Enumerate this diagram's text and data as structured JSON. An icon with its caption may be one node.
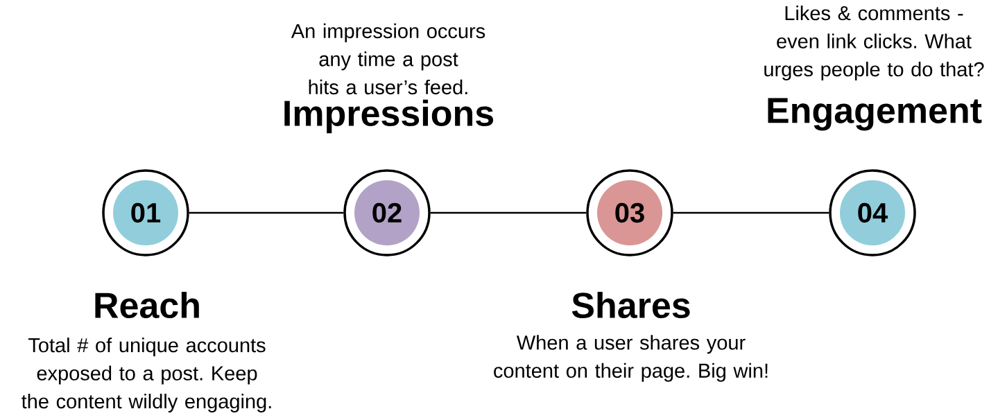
{
  "diagram": {
    "nodes": [
      {
        "text": [
          "01"
        ],
        "beside": [
          "Reach",
          "Total # of unique accounts exposed to a post. Keep the content wildly engaging."
        ]
      },
      {
        "text": [
          "02"
        ],
        "beside": [
          "Impressions",
          "An impression occurs any time a post hits a user’s feed."
        ]
      },
      {
        "text": [
          "03"
        ],
        "beside": [
          "Shares",
          "When a user shares your content on their page. Big win!"
        ]
      },
      {
        "text": [
          "04"
        ],
        "beside": [
          "Engagement",
          "Likes & comments - even link clicks. What urges people to do that?"
        ]
      }
    ],
    "edges": [
      {
        "from": 0,
        "to": 1,
        "arrow": "none"
      },
      {
        "from": 1,
        "to": 2,
        "arrow": "none"
      },
      {
        "from": 2,
        "to": 3,
        "arrow": "none"
      }
    ]
  }
}
